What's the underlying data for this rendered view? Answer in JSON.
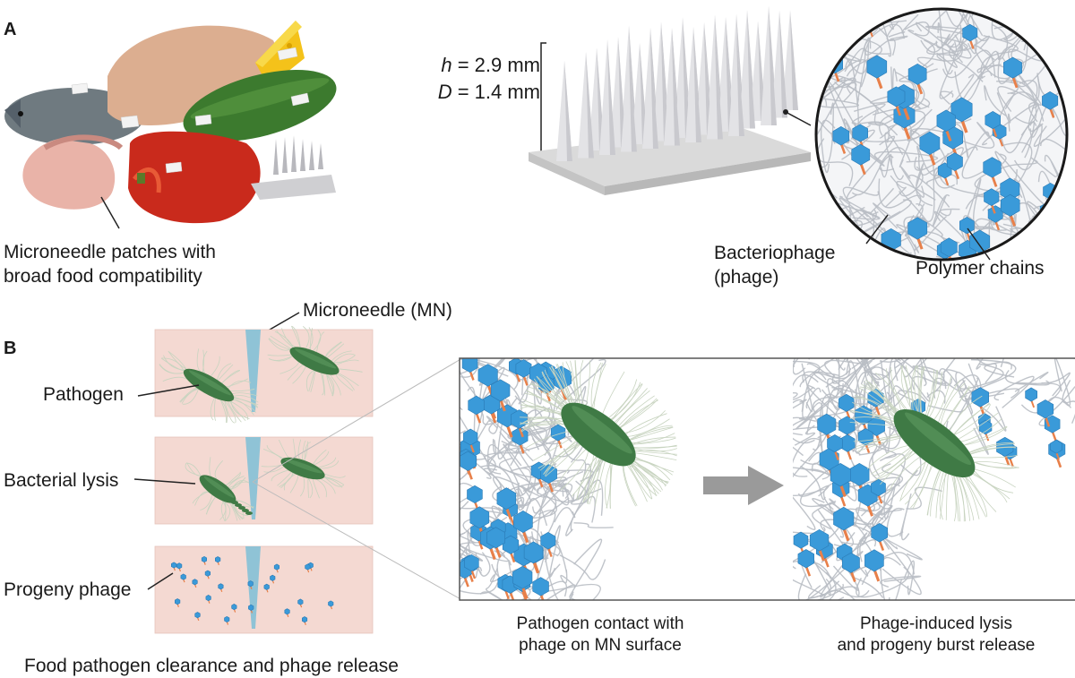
{
  "panel_a": {
    "letter": "A",
    "food_caption_line1": "Microneedle patches with",
    "food_caption_line2": "broad food compatibility",
    "dims": {
      "h_var": "h",
      "h_value": " = 2.9 mm",
      "d_var": "D",
      "d_value": " = 1.4 mm"
    },
    "zoom_labels": {
      "phage_line1": "Bacteriophage",
      "phage_line2": "(phage)",
      "polymer": "Polymer chains"
    }
  },
  "panel_b": {
    "letter": "B",
    "mn_label": "Microneedle (MN)",
    "stage_labels": {
      "pathogen": "Pathogen",
      "lysis": "Bacterial lysis",
      "progeny": "Progeny phage"
    },
    "bottom_caption": "Food pathogen clearance and phage release",
    "contact_caption_line1": "Pathogen contact with",
    "contact_caption_line2": "phage on MN surface",
    "lysis_caption_line1": "Phage-induced lysis",
    "lysis_caption_line2": "and progeny burst release"
  },
  "colors": {
    "phage_blue": "#3a9ad9",
    "phage_tail": "#e8804a",
    "bacterium_green": "#3f7a45",
    "tissue_pink": "#f4d9d2",
    "needle_blue": "#8fc3d6",
    "polymer_gray": "#b9bec4",
    "arrow_gray": "#9a9a9a"
  }
}
